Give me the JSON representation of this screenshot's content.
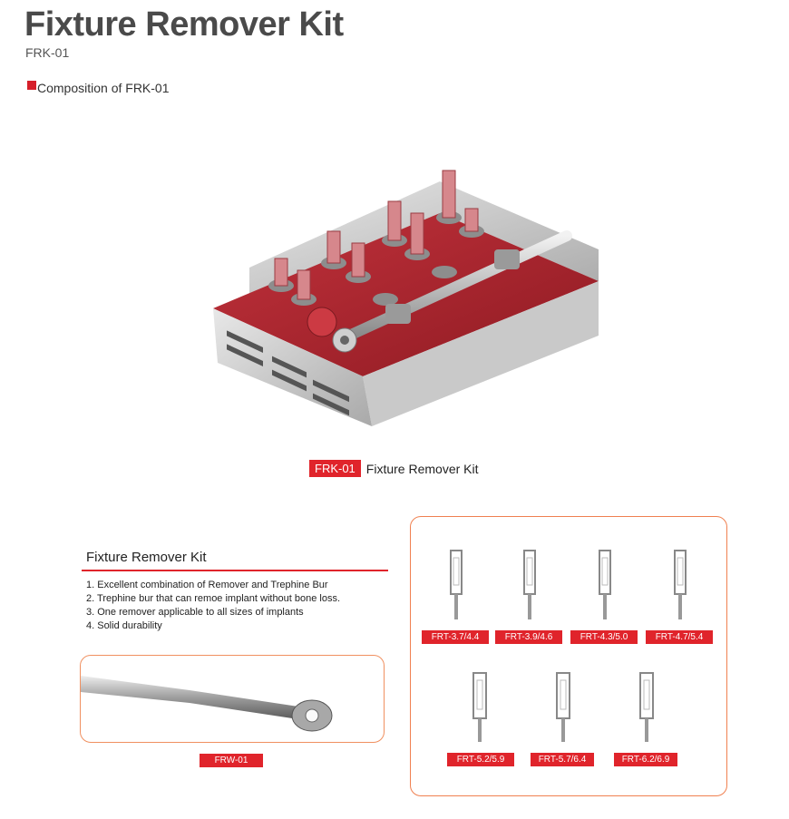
{
  "header": {
    "title": "Fixture Remover Kit",
    "code": "FRK-01",
    "section": "Composition of FRK-01"
  },
  "kit": {
    "tag": "FRK-01",
    "caption": "Fixture Remover Kit"
  },
  "features": {
    "title": "Fixture Remover Kit",
    "items": [
      "1. Excellent combination of Remover and Trephine Bur",
      "2. Trephine bur that can remoe implant without bone loss.",
      "3. One remover applicable to all sizes of implants",
      "4. Solid durability"
    ]
  },
  "wrench": {
    "tag": "FRW-01"
  },
  "burs": [
    "FRT-3.7/4.4",
    "FRT-3.9/4.6",
    "FRT-4.3/5.0",
    "FRT-4.7/5.4",
    "FRT-5.2/5.9",
    "FRT-5.7/6.4",
    "FRT-6.2/6.9"
  ],
  "colors": {
    "accent": "#e0242b",
    "border": "#f08050",
    "title": "#4a4a4a"
  }
}
